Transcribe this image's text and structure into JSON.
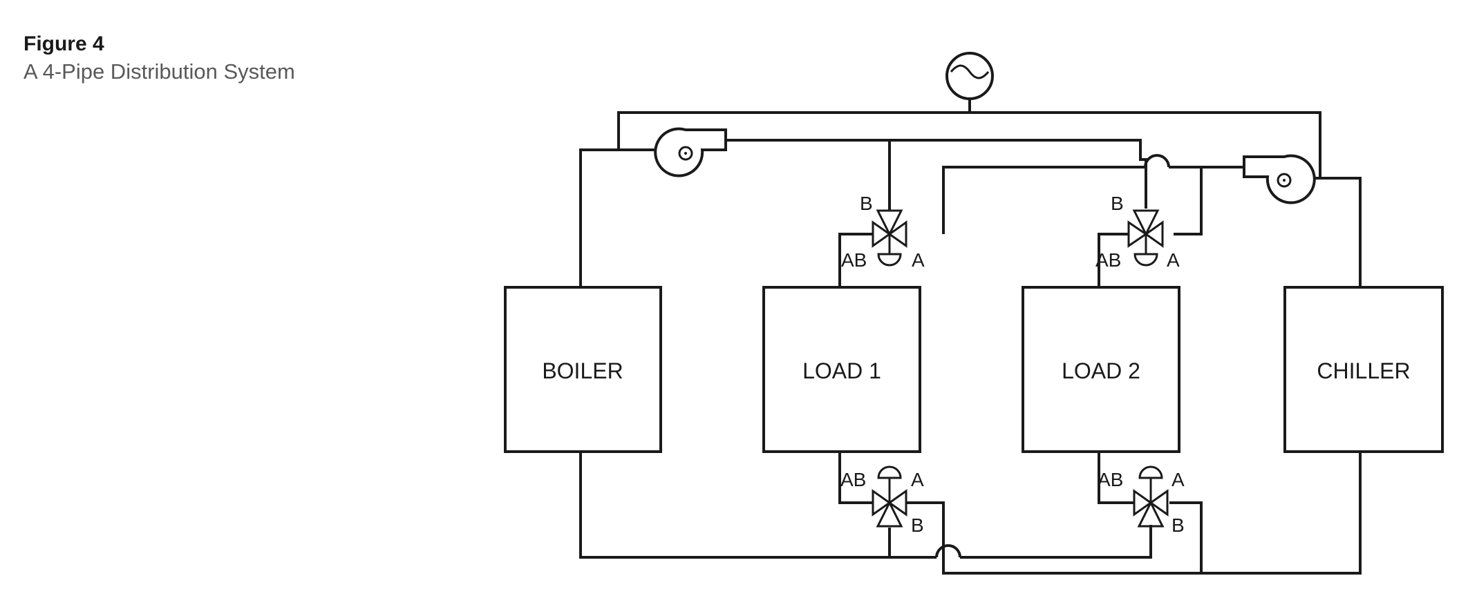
{
  "figure": {
    "label": "Figure 4",
    "title": "A 4-Pipe Distribution System"
  },
  "diagram": {
    "equipment": {
      "boiler": "BOILER",
      "load1": "LOAD 1",
      "load2": "LOAD 2",
      "chiller": "CHILLER"
    },
    "valve_ports": {
      "ab": "AB",
      "a": "A",
      "b": "B"
    },
    "components": [
      "expansion-tank-icon",
      "pump-icon",
      "three-way-valve-icon",
      "valve-actuator-icon"
    ]
  }
}
